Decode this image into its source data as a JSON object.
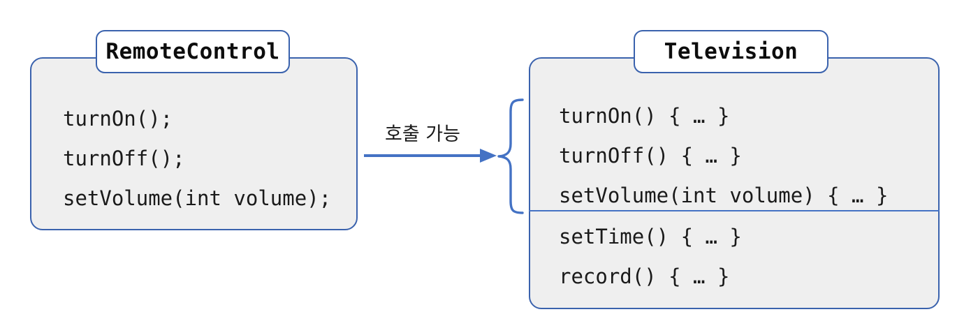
{
  "diagram": {
    "type": "uml-class-relationship",
    "colors": {
      "box_fill": "#efefef",
      "box_border": "#3a62ad",
      "tab_fill": "#ffffff",
      "divider": "#4472c4",
      "arrow": "#4472c4",
      "brace": "#4472c4",
      "text": "#1a1a1a",
      "background": "#ffffff"
    },
    "left_class": {
      "title": "RemoteControl",
      "members": [
        "turnOn();",
        "turnOff();",
        "setVolume(int volume);"
      ]
    },
    "right_class": {
      "title": "Television",
      "accessible_members": [
        "turnOn() { … }",
        "turnOff() { … }",
        "setVolume(int volume) { … }"
      ],
      "other_members": [
        "setTime() { … }",
        "record() { … }"
      ]
    },
    "relation": {
      "label": "호출 가능",
      "arrow_direction": "right",
      "brace": "left-curly-brace"
    }
  }
}
